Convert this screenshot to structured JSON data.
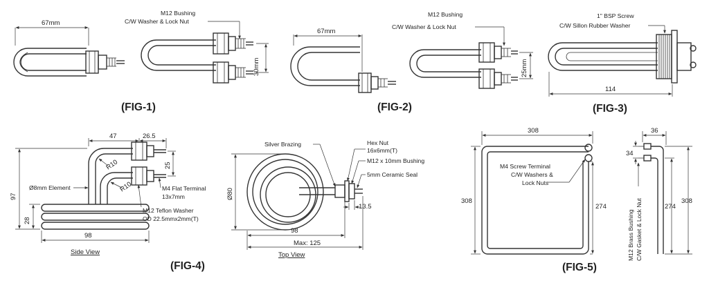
{
  "figures": {
    "fig1": {
      "caption": "(FIG-1)",
      "dim_length": "67mm",
      "bushing_line1": "M12 Bushing",
      "bushing_line2": "C/W Washer & Lock Nut",
      "dim_spacing": "30mm"
    },
    "fig2": {
      "caption": "(FIG-2)",
      "dim_length": "67mm",
      "bushing_line1": "M12 Bushing",
      "bushing_line2": "C/W Washer & Lock Nut",
      "dim_spacing": "25mm"
    },
    "fig3": {
      "caption": "(FIG-3)",
      "screw_line1": "1\" BSP Screw",
      "screw_line2": "C/W Sillon Rubber Washer",
      "dim_length": "114"
    },
    "fig4": {
      "caption": "(FIG-4)",
      "view_label": "Side View",
      "dim_top1": "47",
      "dim_top2": "26.5",
      "dim_spacing": "25",
      "dim_height": "97",
      "dim_bottom": "28",
      "dim_width": "98",
      "radius1": "R10",
      "radius2": "R10",
      "element_label": "Ø8mm Element",
      "terminal_line1": "M4 Flat Terminal",
      "terminal_line2": "13x7mm",
      "washer_line1": "M12 Teflon Washer",
      "washer_line2": "OD 22.5mmx2mm(T)"
    },
    "top_view": {
      "view_label": "Top View",
      "brazing_label": "Silver Brazing",
      "hexnut_line1": "Hex Nut",
      "hexnut_line2": "16x6mm(T)",
      "bushing_label": "M12 x 10mm Bushing",
      "seal_label": "5mm Ceramic Seal",
      "dim_diameter": "Ø80",
      "dim_inner": "98",
      "dim_max": "Max: 125",
      "dim_small": "13.5"
    },
    "fig5": {
      "caption": "(FIG-5)",
      "dim_width": "308",
      "dim_height_left": "308",
      "dim_height_inner": "274",
      "terminal_line1": "M4 Screw Terminal",
      "terminal_line2": "C/W Washers &",
      "terminal_line3": "Lock Nuts",
      "side_dim_width": "36",
      "side_dim_spacing": "34",
      "side_dim_inner": "274",
      "side_dim_outer": "308",
      "bushing_line1": "M12 Brass Bushing",
      "bushing_line2": "C/W Gasket & Lock Nut"
    }
  }
}
